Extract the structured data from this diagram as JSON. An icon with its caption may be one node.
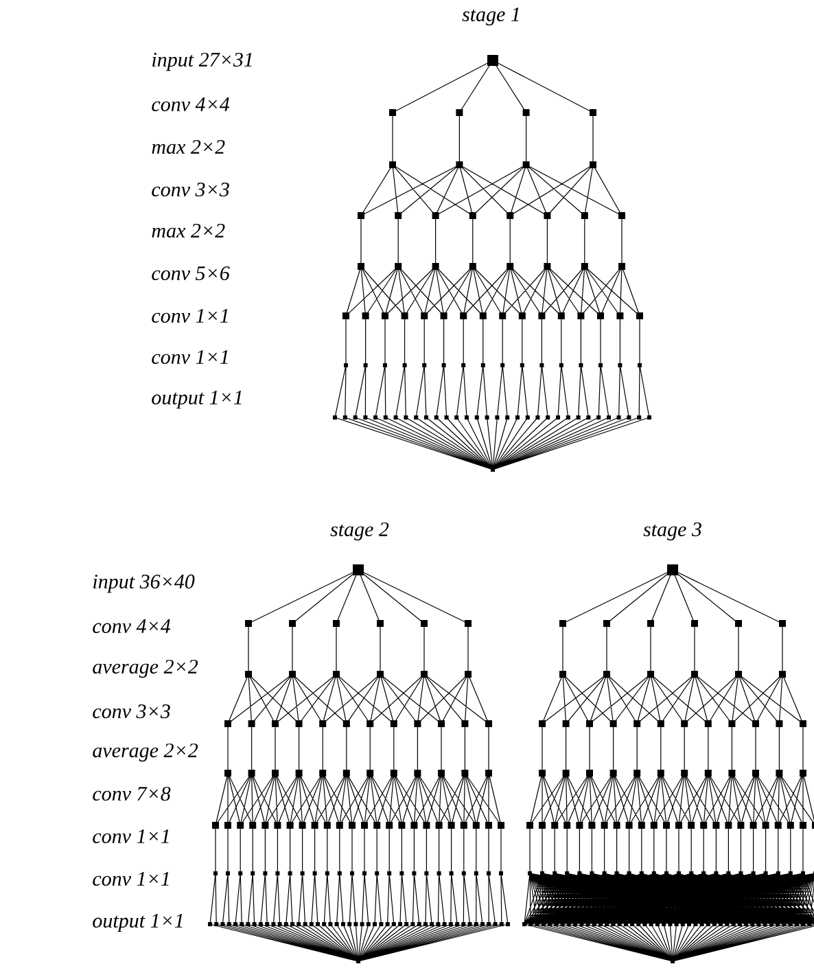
{
  "diagram": {
    "labels": [
      "stage 1",
      "input 27×31",
      "conv 4×4",
      "max 2×2",
      "conv 3×3",
      "max 2×2",
      "conv 5×6",
      "conv 1×1",
      "conv 1×1",
      "output 1×1",
      "stage 2",
      "stage 3",
      "input 36×40",
      "conv 4×4",
      "average 2×2",
      "conv 3×3",
      "average 2×2",
      "conv 7×8",
      "conv 1×1",
      "conv 1×1",
      "output 1×1"
    ]
  }
}
